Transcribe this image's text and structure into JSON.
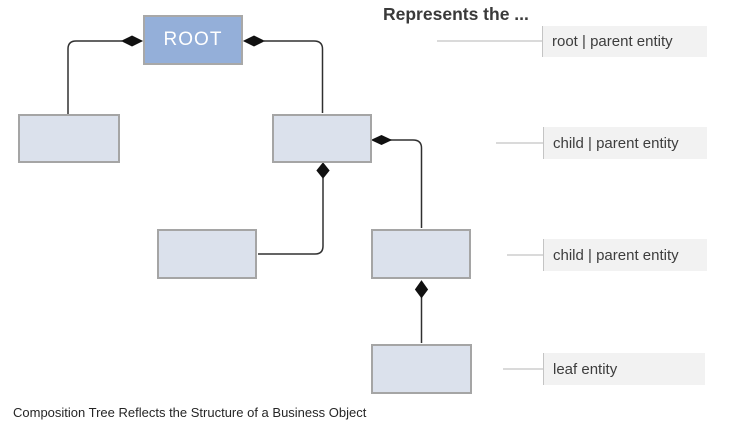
{
  "diagram": {
    "root_label": "ROOT",
    "node_roles": [
      "root-parent-entity",
      "child-entity-left",
      "child-parent-entity-middle",
      "child-entity-row3-left",
      "child-parent-entity-row3-right",
      "leaf-entity"
    ],
    "colors": {
      "root_fill": "#94afd9",
      "node_fill": "#dbe1ec",
      "node_border": "#a5a5a5",
      "connector": "#303030",
      "diamond_fill": "#111111",
      "leader_line": "#b5b5b5",
      "label_bg": "#f2f2f2",
      "label_text": "#3d3d3d"
    }
  },
  "legend": {
    "heading": "Represents the ...",
    "items": [
      {
        "text": "root | parent entity"
      },
      {
        "text": "child | parent entity"
      },
      {
        "text": "child | parent entity"
      },
      {
        "text": "leaf entity"
      }
    ]
  },
  "caption": "Composition Tree Reflects the Structure of a Business Object"
}
